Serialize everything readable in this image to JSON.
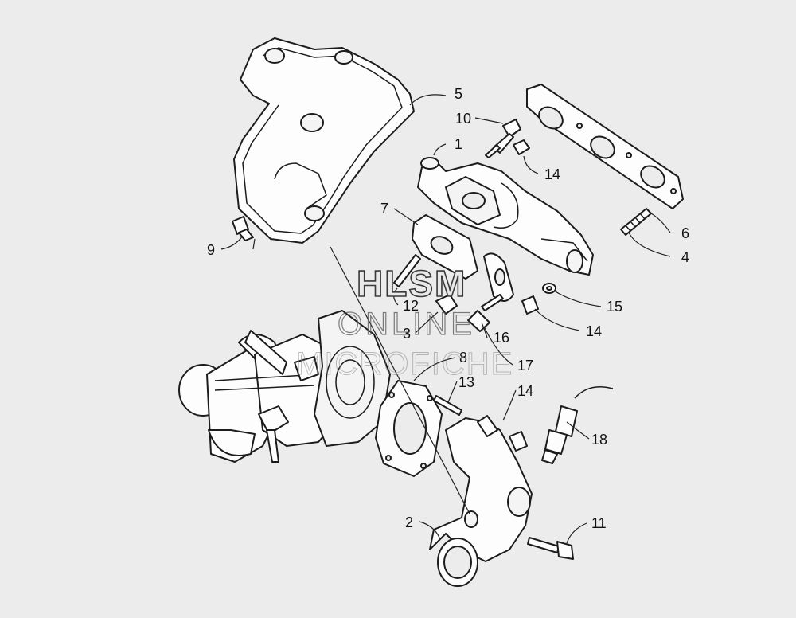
{
  "diagram": {
    "callouts": [
      {
        "id": "c1",
        "label": "1"
      },
      {
        "id": "c2",
        "label": "2"
      },
      {
        "id": "c3",
        "label": "3"
      },
      {
        "id": "c4",
        "label": "4"
      },
      {
        "id": "c5",
        "label": "5"
      },
      {
        "id": "c6",
        "label": "6"
      },
      {
        "id": "c7",
        "label": "7"
      },
      {
        "id": "c8",
        "label": "8"
      },
      {
        "id": "c9",
        "label": "9"
      },
      {
        "id": "c10",
        "label": "10"
      },
      {
        "id": "c11",
        "label": "11"
      },
      {
        "id": "c12",
        "label": "12"
      },
      {
        "id": "c13",
        "label": "13"
      },
      {
        "id": "c14a",
        "label": "14"
      },
      {
        "id": "c14b",
        "label": "14"
      },
      {
        "id": "c14c",
        "label": "14"
      },
      {
        "id": "c15",
        "label": "15"
      },
      {
        "id": "c16",
        "label": "16"
      },
      {
        "id": "c17",
        "label": "17"
      },
      {
        "id": "c18",
        "label": "18"
      }
    ]
  },
  "watermark": {
    "line1": "HLSM",
    "line2": "ONLINE",
    "line3": "MICROFICHE"
  }
}
